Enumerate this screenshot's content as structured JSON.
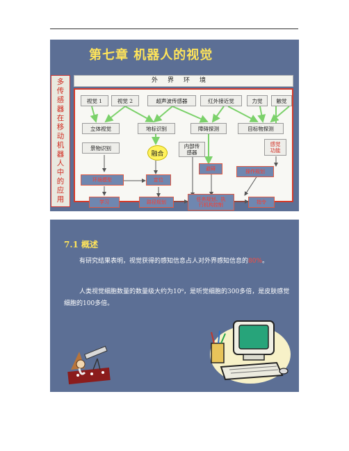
{
  "slide1": {
    "title": "第七章  机器人的视觉",
    "side_label": [
      "多",
      "传",
      "感",
      "器",
      "在",
      "移",
      "动",
      "机",
      "器",
      "人",
      "中",
      "的",
      "应",
      "用"
    ],
    "environment": "外界环境",
    "sensors": {
      "vision1": "视觉 1",
      "vision2": "视觉 2",
      "ultrasonic": "超声波传感器",
      "infrared": "红外接近觉",
      "force": "力觉",
      "touch": "触觉"
    },
    "processing": {
      "stereo": "立体视觉",
      "landmark": "地标识别",
      "obstacle": "障碍探测",
      "target": "目标物探测",
      "scene": "景物识别",
      "fusion": "融合",
      "internal": "内部传\n感器",
      "sense_func": "感觉\n功能"
    },
    "outputs": {
      "env_model": "环境模型",
      "localization": "定位",
      "avoid": "避碍",
      "manip": "操作规划",
      "learning": "学习",
      "path": "路径规划",
      "task": "任务规划、执\n行机构控制",
      "command": "指令"
    }
  },
  "slide2": {
    "heading": "7.1  概述",
    "para1_before": "有研究结果表明，视觉获得的感知信息占人对外界感知信息的",
    "para1_highlight": "80%",
    "para1_after": "。",
    "para2": "人类视觉细胞数量的数量级大约为10⁸，是听觉细胞的300多倍，是皮肤感觉细胞的100多倍。"
  },
  "colors": {
    "slide_bg": "#5c6f95",
    "title_yellow": "#ffe45a",
    "accent_red": "#d43a2a"
  }
}
